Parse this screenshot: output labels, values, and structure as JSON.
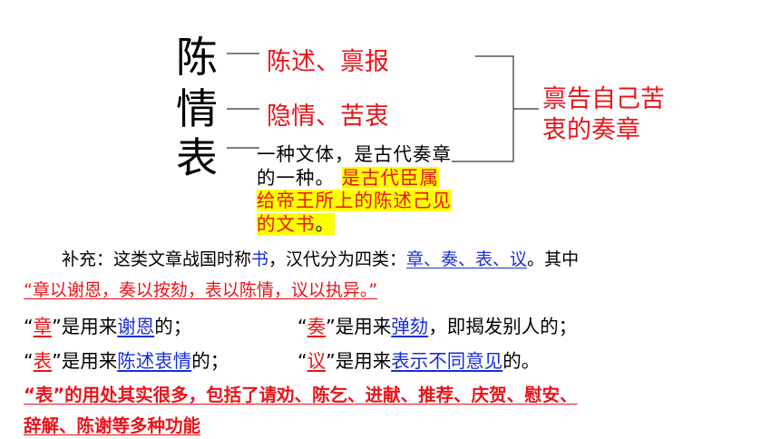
{
  "title_chars": [
    "陈",
    "情",
    "表"
  ],
  "meanings": {
    "chen": "陈述、禀报",
    "qing": "隐情、苦衷",
    "biao_plain": "一种文体，是古代奏章的一种。",
    "biao_hl_1": "是古",
    "biao_hl_2": "代臣属给帝王所上",
    "biao_hl_3": "的陈述己见的文书",
    "biao_hl_end": "。"
  },
  "summary": {
    "line1": "禀告自己苦",
    "line2": "衷的奏章"
  },
  "supplement": {
    "prefix": "补充：这类文章战国时称",
    "shu": "书",
    "mid": "，汉代分为四类：",
    "four_types": "章、奏、表、议",
    "suffix": "。其中",
    "quote": "“章以谢恩，奏以按劾，表以陈情，议以执异。”"
  },
  "uses": {
    "zhang": {
      "open": "“",
      "char": "章",
      "close": "”是用来",
      "purpose": "谢恩",
      "tail": "的；"
    },
    "zou": {
      "open": "“",
      "char": "奏",
      "close": "”是用来",
      "purpose": "弹劾",
      "tail": "，即揭发别人的；"
    },
    "biao": {
      "open": "“",
      "char": "表",
      "close": "”是用来",
      "purpose": "陈述衷情",
      "tail": "的；"
    },
    "yi": {
      "open": "“",
      "char": "议",
      "close": "”是用来",
      "purpose": "表示不同意见",
      "tail": "的。"
    }
  },
  "conclusion": {
    "line1": "“表”的用处其实很多，包括了请劝、陈乞、进献、推荐、庆贺、慰安、",
    "line2": "辞解、陈谢等多种功能"
  },
  "colors": {
    "red": "#e8141a",
    "blue": "#1a2fd6",
    "highlight": "#ffff00"
  }
}
